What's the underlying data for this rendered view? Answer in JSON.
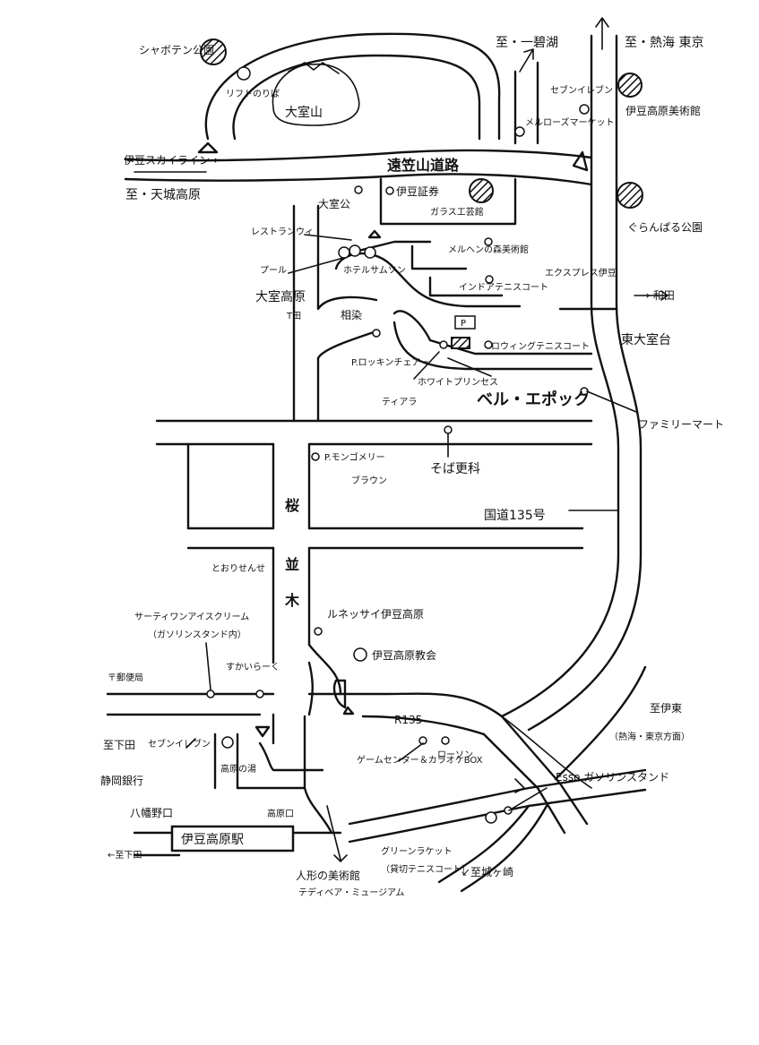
{
  "labels": {
    "saboten": "シャボテン公園",
    "lift": "リフトのりば",
    "omuroyama": "大室山",
    "to_ippekiko": "至・一碧湖",
    "to_atami": "至・熱海 東京",
    "izu_skyline": "伊豆スカイライン ←",
    "to_amagi": "至・天城高原",
    "tohyama_road": "遠笠山道路",
    "izu_shoken": "伊豆証券",
    "glass_kogeikan": "ガラス工芸館",
    "seven_eleven_1": "セブンイレブン",
    "mellow_rose": "メルローズマーケット",
    "izukogen_museum": "伊豆高原美術館",
    "granpal": "ぐらんぱる公園",
    "omuro_park": "大室公",
    "restaurant_wi": "レストランウィ",
    "pool": "プール",
    "hotel_samson": "ホテルサムソン",
    "marchen": "メルヘンの森美術館",
    "indoor_tennis": "インドアテニスコート",
    "express": "エクスプレス伊豆",
    "to_wada": "→ 和田",
    "omuro_kogen": "大室高原",
    "t_junction": "T田",
    "aisen": "相染",
    "p_rocking": "P.ロッキンチェアー",
    "rowing_tennis": "ロウィングテニスコート",
    "higashi_omurodai": "東大室台",
    "hot_princess": "ホワイトプリンセス",
    "tiara": "ティアラ",
    "belle_epoque": "ベル・エポック",
    "family_mart": "ファミリーマート",
    "p_montgomery": "P.モンゴメリー",
    "brown": "ブラウン",
    "sobaten": "そば更科",
    "sakura": "桜",
    "namiki_1": "並",
    "namiki_2": "木",
    "route_135": "国道135号",
    "toori_sense": "とおりせんせ",
    "sutiun_ice": "サーティワンアイスクリーム",
    "gas_station_note": "（ガソリンスタンド内）",
    "renessai": "ルネッサイ伊豆高原",
    "church": "伊豆高原教会",
    "post_office": "〒郵便局",
    "sukiyaki": "すかいらーく",
    "r135": "R135",
    "to_ito": "至伊東",
    "to_atami_tokyo": "（熱海・東京方面）",
    "to_shimoda_1": "至下田",
    "seven_eleven_2": "セブンイレブン",
    "shizuoka_bank": "静岡銀行",
    "kogen_no_yu": "高原の湯",
    "game_center": "ゲームセンター＆カラオケBOX",
    "lawson": "ローソン",
    "esso": "Esso ガソリンスタンド",
    "yawatano": "八幡野口",
    "kogen_guchi": "高原口",
    "station": "伊豆高原駅",
    "to_shimoda_2": "←至下田",
    "green_racket": "グリーンラケット",
    "tennis_rent": "（貸切テニスコート）",
    "to_jogasaki": "↙至城ヶ崎",
    "doll_museum": "人形の美術館",
    "teddy_museum": "テディベア・ミュージアム"
  },
  "colors": {
    "ink": "#111111",
    "paper": "#ffffff"
  }
}
